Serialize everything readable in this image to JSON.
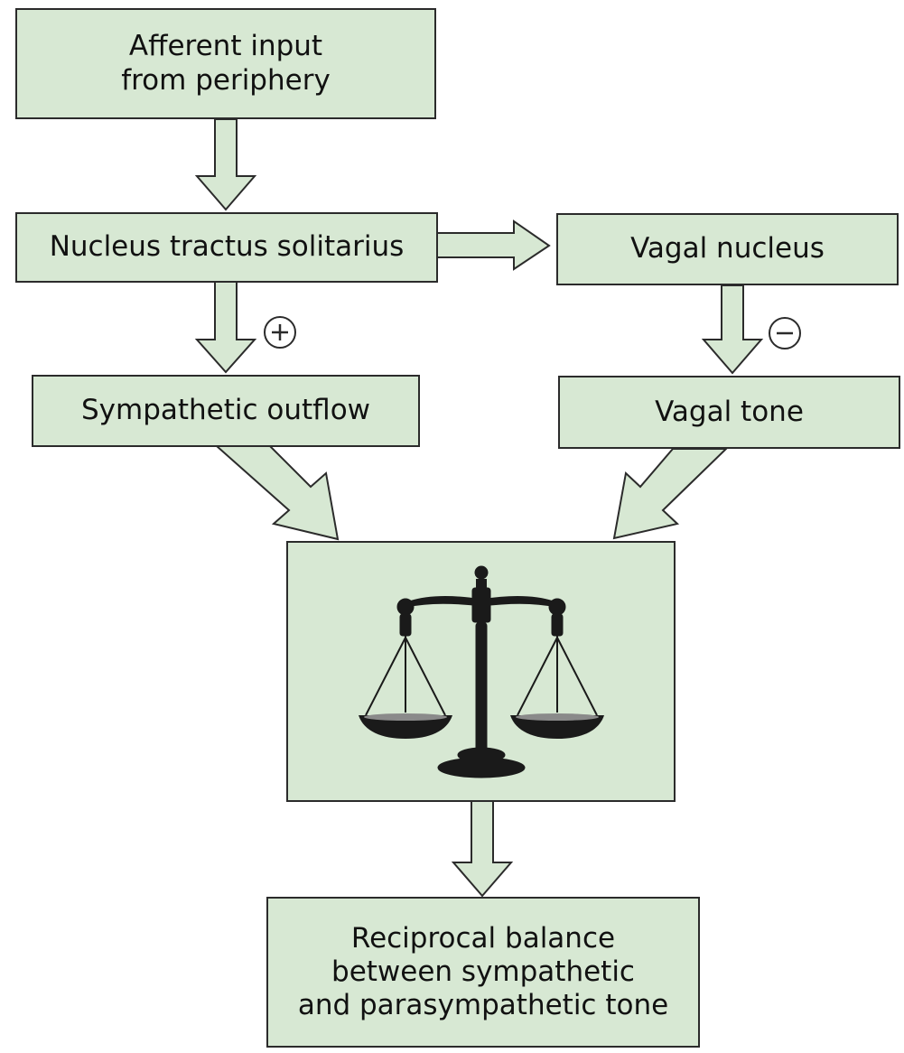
{
  "diagram": {
    "colors": {
      "box_fill": "#d7e8d3",
      "outline": "#2b2b2b",
      "scale_metal": "#1a1a1a"
    },
    "nodes": {
      "afferent_input": {
        "lines": [
          "Afferent input",
          "from periphery"
        ]
      },
      "nts": {
        "text": "Nucleus tractus solitarius"
      },
      "vagal_nucleus": {
        "text": "Vagal nucleus"
      },
      "sympathetic_outflow": {
        "text": "Sympathetic outflow"
      },
      "vagal_tone": {
        "text": "Vagal tone"
      },
      "balance": {
        "icon": "balance-scale-icon"
      },
      "reciprocal_balance": {
        "lines": [
          "Reciprocal balance",
          "between sympathetic",
          "and parasympathetic tone"
        ]
      }
    },
    "signs": {
      "nts_to_sympathetic": "+",
      "vagal_nucleus_to_tone": "−"
    },
    "edges": [
      [
        "afferent_input",
        "nts"
      ],
      [
        "nts",
        "vagal_nucleus"
      ],
      [
        "nts",
        "sympathetic_outflow"
      ],
      [
        "vagal_nucleus",
        "vagal_tone"
      ],
      [
        "sympathetic_outflow",
        "balance"
      ],
      [
        "vagal_tone",
        "balance"
      ],
      [
        "balance",
        "reciprocal_balance"
      ]
    ]
  }
}
